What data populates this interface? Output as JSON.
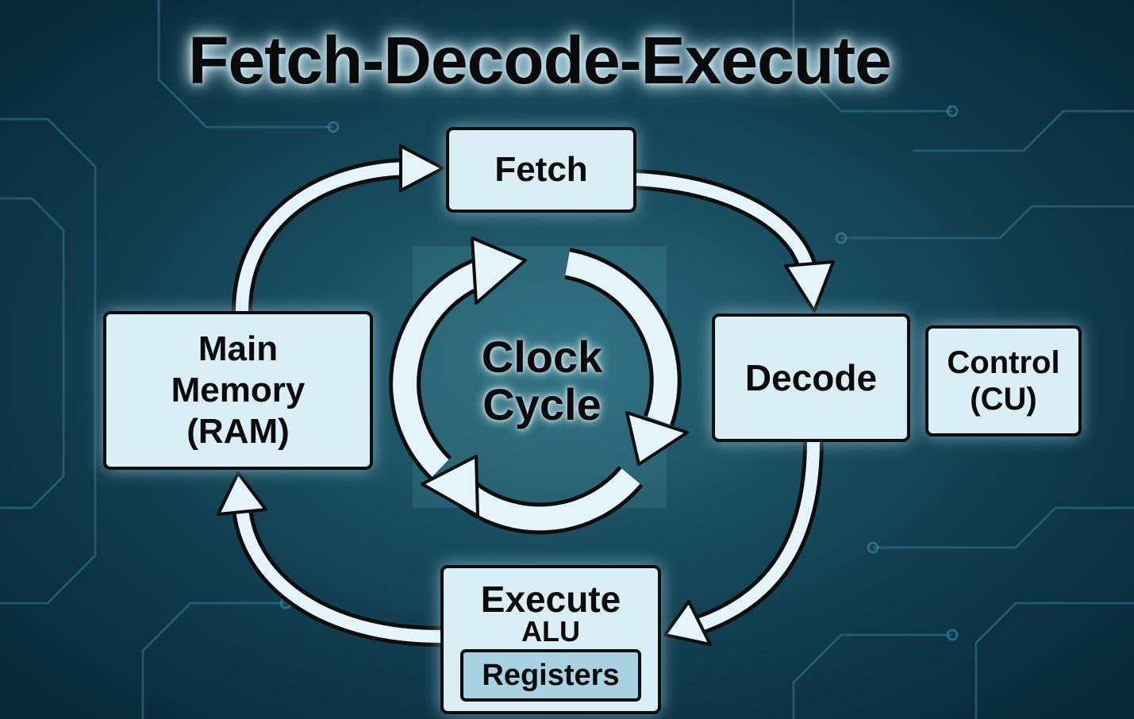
{
  "title": "Fetch-Decode-Execute",
  "nodes": {
    "fetch": "Fetch",
    "decode": "Decode",
    "control": {
      "line1": "Control",
      "line2": "(CU)"
    },
    "memory": {
      "line1": "Main",
      "line2": "Memory",
      "line3": "(RAM)"
    },
    "execute": {
      "line1": "Execute",
      "line2": "ALU",
      "registers": "Registers"
    },
    "clock": {
      "line1": "Clock",
      "line2": "Cycle"
    }
  },
  "colors": {
    "box_fill": "#d9eef5",
    "registers_fill": "#a9d3e3",
    "background": "#0c3344",
    "outline": "#0d0d0d"
  }
}
